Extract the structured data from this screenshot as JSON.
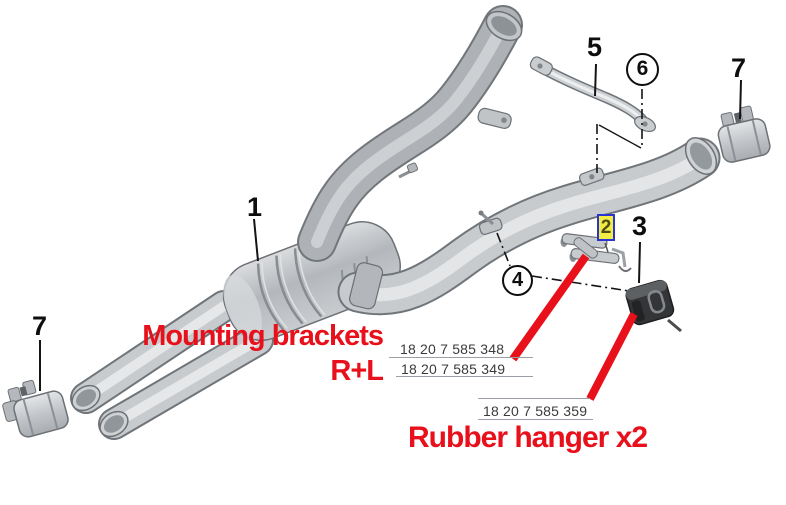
{
  "callouts": {
    "c1": "1",
    "c2": "2",
    "c3": "3",
    "c4": "4",
    "c5": "5",
    "c6": "6",
    "c7_top": "7",
    "c7_bottom": "7"
  },
  "part_numbers": {
    "row1": "18 20 7 585 348",
    "row2": "18 20 7 585 349",
    "row3": "18 20 7 585 359"
  },
  "annotations": {
    "mounting_line1": "Mounting brackets",
    "mounting_line2": "R+L",
    "rubber": "Rubber hanger x2"
  },
  "colors": {
    "annotation_red": "#e8101a",
    "highlight_fill_yellow": "#f1ed45",
    "highlight_border_blue": "#2a34d0",
    "part_number_text": "#3b3b3b",
    "underline_gray": "#9aa0a5",
    "pipe_gray": "#c7cbce",
    "outline_gray": "#70757a",
    "rubber_part_dark": "#333537"
  }
}
